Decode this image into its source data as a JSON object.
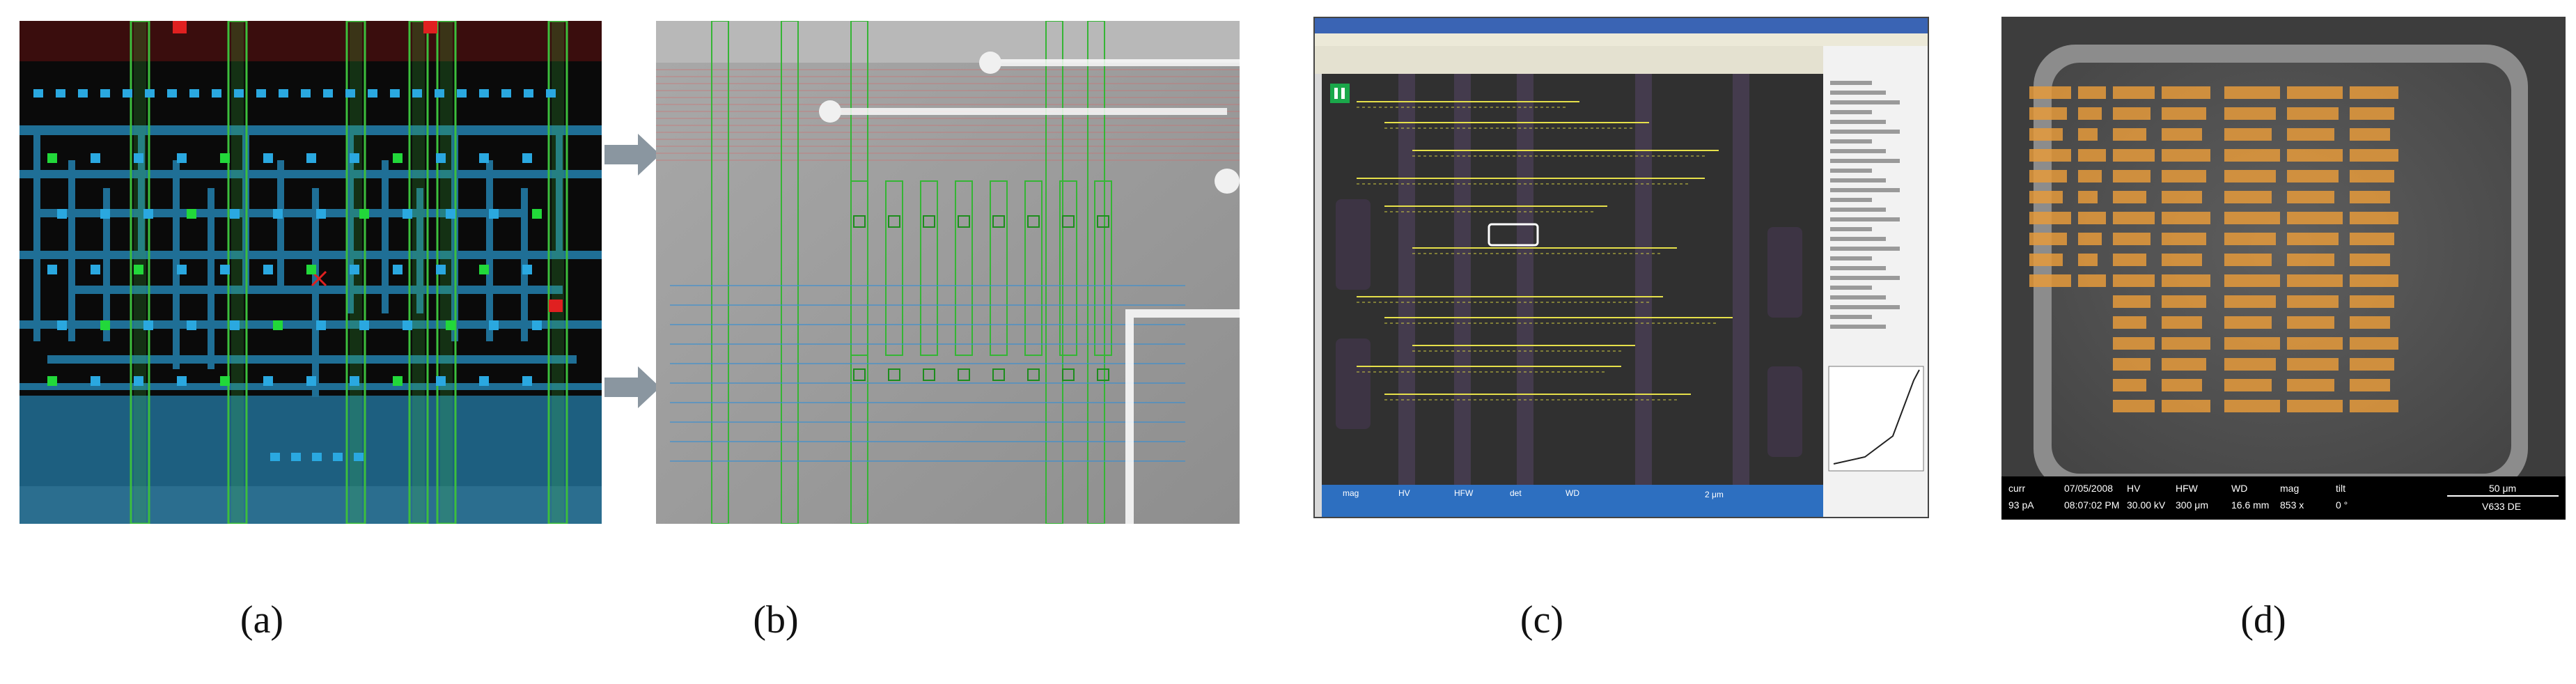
{
  "captions": {
    "a": "(a)",
    "b": "(b)",
    "c": "(c)",
    "d": "(d)"
  },
  "panel_c_status": {
    "fields": [
      "mag",
      "HV",
      "HFW",
      "det",
      "WD"
    ],
    "scale": "2 μm"
  },
  "panel_d_status": {
    "fields": [
      "curr",
      "07/05/2008",
      "HV",
      "HFW",
      "WD",
      "mag",
      "tilt"
    ],
    "values": [
      "93 pA",
      "08:07:02 PM",
      "30.00 kV",
      "300 μm",
      "16.6 mm",
      "853 x",
      "0 °"
    ],
    "scale": "50 μm",
    "label": "V633 DE"
  },
  "colors": {
    "layout_bg": "#0a0a0a",
    "metal_blue": "#1f6f96",
    "contact": "#2aa8e0",
    "via_green": "#22d83a",
    "poly_green": "#3cbf3c",
    "marker_red": "#e02020",
    "overlay_orange": "#e59a3b"
  }
}
